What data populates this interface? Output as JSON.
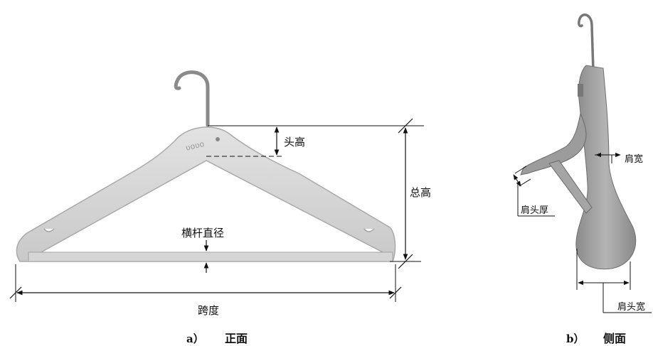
{
  "front": {
    "labels": {
      "head_height": "头高",
      "total_height": "总高",
      "bar_diameter": "横杆直径",
      "span": "跨度"
    },
    "caption": {
      "letter": "a）",
      "text": "正面"
    }
  },
  "side": {
    "labels": {
      "shoulder_width": "肩宽",
      "shoulder_head_thickness": "肩头厚",
      "shoulder_head_width": "肩头宽"
    },
    "caption": {
      "letter": "b）",
      "text": "侧面"
    }
  }
}
